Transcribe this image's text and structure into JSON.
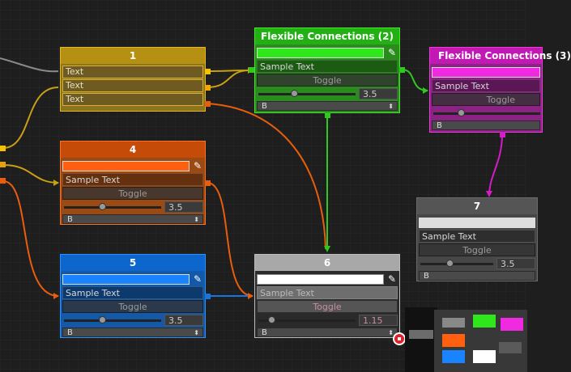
{
  "colors": {
    "yellow": "#c7a014",
    "green": "#2fc81c",
    "magenta": "#d61cc8",
    "orange": "#e85e0c",
    "blue": "#1675e0",
    "white": "#d8d8d8",
    "gray": "#6c6c6c"
  },
  "nodes": {
    "n1": {
      "title": "1",
      "rows": [
        "Text",
        "Text",
        "Text"
      ]
    },
    "n2": {
      "title": "Flexible Connections (2)",
      "sample": "Sample Text",
      "toggle": "Toggle",
      "value": "3.5",
      "fraction": 0.33,
      "dropdown": "B"
    },
    "n3": {
      "title": "Flexible Connections (3)",
      "sample": "Sample Text",
      "toggle": "Toggle",
      "dropdown": "B"
    },
    "n4": {
      "title": "4",
      "sample": "Sample Text",
      "toggle": "Toggle",
      "value": "3.5",
      "fraction": 0.36,
      "dropdown": "B"
    },
    "n5": {
      "title": "5",
      "sample": "Sample Text",
      "toggle": "Toggle",
      "value": "3.5",
      "fraction": 0.36,
      "dropdown": "B"
    },
    "n6": {
      "title": "6",
      "sample": "Sample Text",
      "toggle": "Toggle",
      "value": "1.15",
      "fraction": 0.1,
      "dropdown": "B"
    },
    "n7": {
      "title": "7",
      "sample": "Sample Text",
      "toggle": "Toggle",
      "value": "3.5",
      "fraction": 0.36,
      "dropdown": "B"
    }
  },
  "icons": {
    "picker": "eyedropper-icon",
    "dropdown_arrow": "updown-arrow-icon",
    "close": "remove-icon"
  }
}
